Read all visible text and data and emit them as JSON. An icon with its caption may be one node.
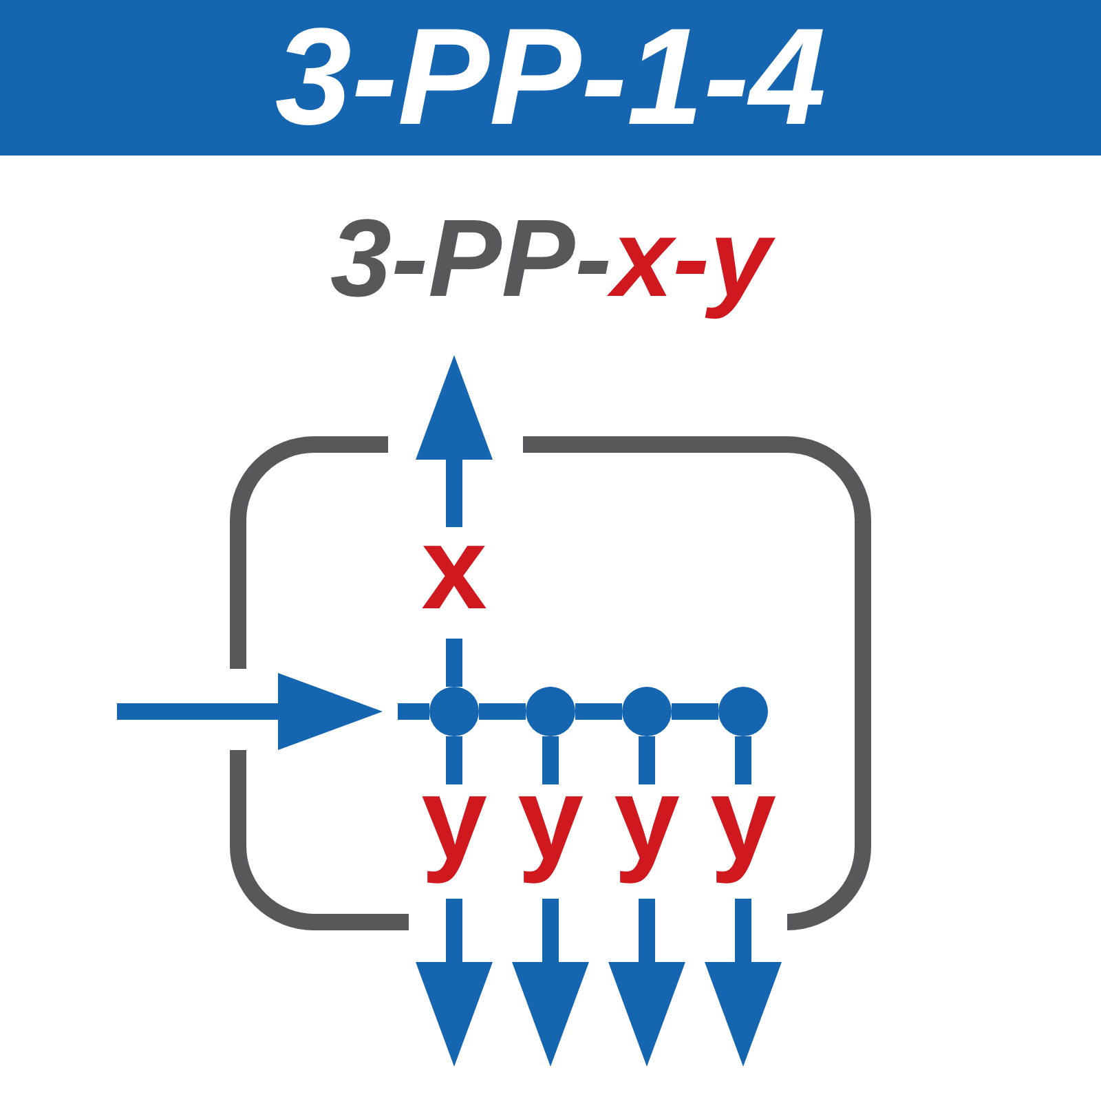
{
  "diagram": {
    "title": "3-PP-1-4",
    "nodes": [
      {
        "text": [],
        "shape": "box"
      },
      {
        "text": [],
        "shape": "circle",
        "in": 0
      },
      {
        "text": [],
        "shape": "circle",
        "in": 0
      },
      {
        "text": [],
        "shape": "circle",
        "in": 0
      },
      {
        "text": [],
        "shape": "circle",
        "in": 0
      }
    ],
    "edges": [
      {
        "from": null,
        "to": 1,
        "arrow": "to"
      },
      {
        "from": 1,
        "to": 2,
        "arrow": "none"
      },
      {
        "from": 2,
        "to": 3,
        "arrow": "none"
      },
      {
        "from": 3,
        "to": 4,
        "arrow": "none"
      },
      {
        "from": 1,
        "to": null,
        "arrow": "to",
        "label": "x"
      },
      {
        "from": 1,
        "to": null,
        "arrow": "to",
        "label": "y"
      },
      {
        "from": 2,
        "to": null,
        "arrow": "to",
        "label": "y"
      },
      {
        "from": 3,
        "to": null,
        "arrow": "to",
        "label": "y"
      },
      {
        "from": 4,
        "to": null,
        "arrow": "to",
        "label": "y"
      }
    ],
    "labels": [
      "3-PP-",
      "x-y"
    ]
  }
}
